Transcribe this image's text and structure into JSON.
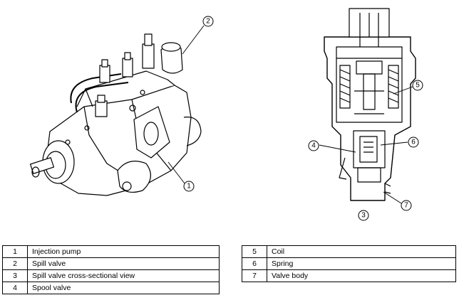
{
  "callouts": {
    "c1": "1",
    "c2": "2",
    "c3": "3",
    "c4": "4",
    "c5": "5",
    "c6": "6",
    "c7": "7"
  },
  "legend_left": [
    {
      "num": "1",
      "label": "Injection pump"
    },
    {
      "num": "2",
      "label": "Spill valve"
    },
    {
      "num": "3",
      "label": "Spill valve cross-sectional view"
    },
    {
      "num": "4",
      "label": "Spool valve"
    }
  ],
  "legend_right": [
    {
      "num": "5",
      "label": "Coil"
    },
    {
      "num": "6",
      "label": "Spring"
    },
    {
      "num": "7",
      "label": "Valve body"
    }
  ]
}
